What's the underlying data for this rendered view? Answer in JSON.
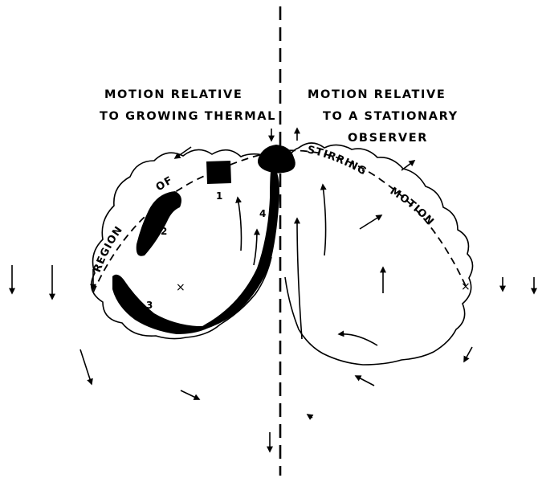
{
  "headings": {
    "left_line1": "MOTION RELATIVE",
    "left_line2": "TO GROWING THERMAL",
    "right_line1": "MOTION RELATIVE",
    "right_line2": "TO A STATIONARY",
    "right_line3": "OBSERVER"
  },
  "labels": {
    "region": "REGION",
    "of": "OF",
    "stirring": "STIRRING",
    "motion": "MOTION"
  },
  "markers": {
    "n1": "1",
    "n2": "2",
    "n3": "3",
    "n4": "4",
    "x_left": "×",
    "x_right": "×"
  }
}
